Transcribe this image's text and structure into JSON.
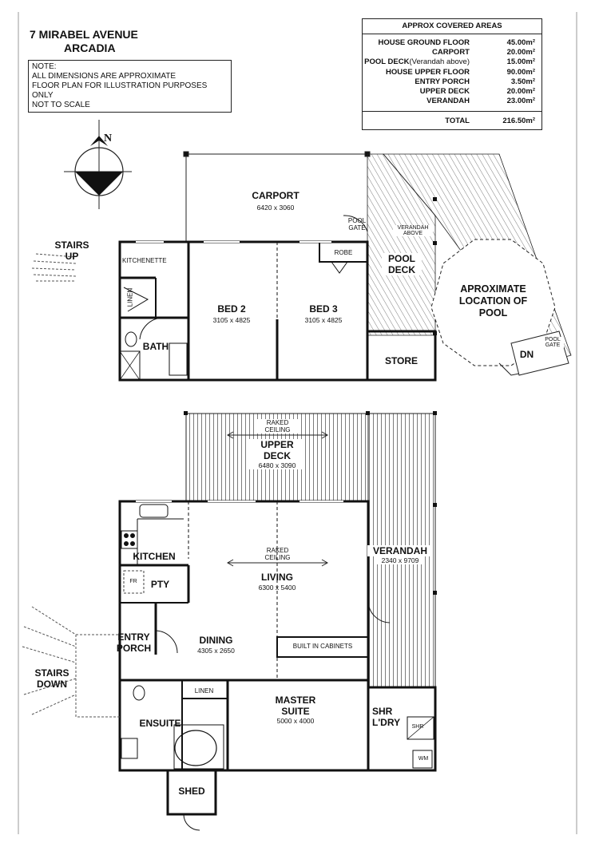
{
  "header": {
    "address_line1": "7 MIRABEL AVENUE",
    "address_line2": "ARCADIA"
  },
  "note": {
    "title": "NOTE:",
    "line1": "ALL DIMENSIONS ARE APPROXIMATE",
    "line2": "FLOOR PLAN FOR ILLUSTRATION PURPOSES ONLY",
    "line3": "NOT TO SCALE"
  },
  "areas": {
    "title": "APPROX COVERED AREAS",
    "rows": [
      {
        "label": "HOUSE GROUND FLOOR",
        "value": "45.00m²"
      },
      {
        "label": "CARPORT",
        "value": "20.00m²"
      },
      {
        "label": "POOL DECK",
        "label_note": "(Verandah above)",
        "value": "15.00m²"
      },
      {
        "label": "HOUSE UPPER FLOOR",
        "value": "90.00m²"
      },
      {
        "label": "ENTRY PORCH",
        "value": "3.50m²"
      },
      {
        "label": "UPPER DECK",
        "value": "20.00m²"
      },
      {
        "label": "VERANDAH",
        "value": "23.00m²"
      }
    ],
    "total_label": "TOTAL",
    "total_value": "216.50m²"
  },
  "compass": {
    "north": "N"
  },
  "ground_floor": {
    "carport": {
      "name": "CARPORT",
      "dim": "6420 x 3060"
    },
    "pool_gate_1": {
      "line1": "POOL",
      "line2": "GATE"
    },
    "verandah_above": {
      "line1": "VERANDAH",
      "line2": "ABOVE"
    },
    "stairs_up": {
      "line1": "STAIRS",
      "line2": "UP"
    },
    "kitchenette": "KITCHENETTE",
    "robe": "ROBE",
    "linen": "LINEN",
    "bed2": {
      "name": "BED 2",
      "dim": "3105 x 4825"
    },
    "bed3": {
      "name": "BED 3",
      "dim": "3105 x 4825"
    },
    "pool_deck": {
      "line1": "POOL",
      "line2": "DECK"
    },
    "pool": {
      "line1": "APROXIMATE",
      "line2": "LOCATION OF",
      "line3": "POOL"
    },
    "bath": "BATH",
    "store": "STORE",
    "dn": "DN",
    "pool_gate_2": {
      "line1": "POOL",
      "line2": "GATE"
    }
  },
  "upper_floor": {
    "upper_deck": {
      "ceiling1": "RAKED",
      "ceiling2": "CEILING",
      "line1": "UPPER",
      "line2": "DECK",
      "dim": "6480 x 3090"
    },
    "kitchen": "KITCHEN",
    "pty": "PTY",
    "fr": "FR",
    "living": {
      "ceiling1": "RAKED",
      "ceiling2": "CEILING",
      "name": "LIVING",
      "dim": "6300 x 5400"
    },
    "verandah": {
      "name": "VERANDAH",
      "dim": "2340 x 9709"
    },
    "entry_porch": {
      "line1": "ENTRY",
      "line2": "PORCH"
    },
    "dining": {
      "name": "DINING",
      "dim": "4305 x 2650"
    },
    "built_in_cabinets": "BUILT IN CABINETS",
    "stairs_down": {
      "line1": "STAIRS",
      "line2": "DOWN"
    },
    "linen": "LINEN",
    "master_suite": {
      "line1": "MASTER",
      "line2": "SUITE",
      "dim": "5000 x 4000"
    },
    "shr_ldry": {
      "line1": "SHR",
      "line2": "L'DRY"
    },
    "shr": "SHR",
    "wm": "WM",
    "ensuite": "ENSUITE",
    "shed": "SHED"
  }
}
